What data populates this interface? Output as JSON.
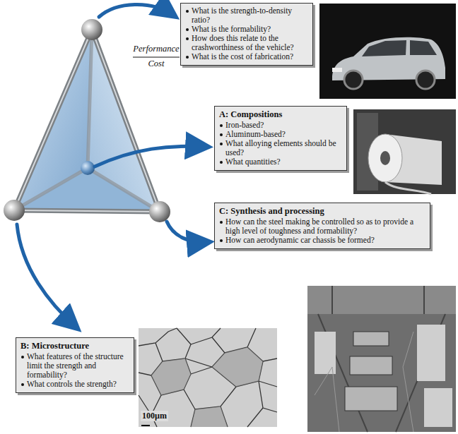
{
  "diagram": {
    "nodes": [
      {
        "text": [
          "What is the strength-to-density ratio?",
          "What is the formability?",
          "How does this relate to the crashworthiness of the vehicle?",
          "What is the cost of fabrication?"
        ]
      },
      {
        "text": [
          "A: Compositions",
          "Iron-based?",
          "Aluminum-based?",
          "What alloying elements should be used?",
          "What quantities?"
        ]
      },
      {
        "text": [
          "C: Synthesis and processing",
          "How can the steel making be controlled so as to provide a high level of toughness and formability?",
          "How can aerodynamic car chassis be formed?"
        ]
      },
      {
        "text": [
          "B: Microstructure",
          "What features of the structure limit the strength and formability?",
          "What controls the strength?"
        ]
      }
    ],
    "labels": [
      "Performance",
      "Cost",
      "100µm"
    ]
  }
}
